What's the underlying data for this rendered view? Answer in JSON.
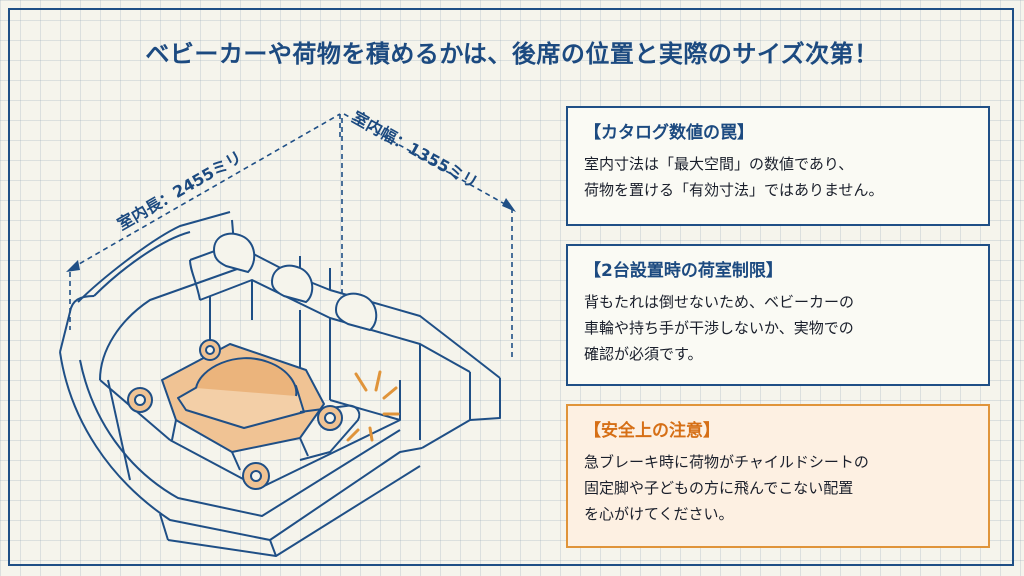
{
  "title": "ベビーカーや荷物を積めるかは、後席の位置と実際のサイズ次第！",
  "dimensions": {
    "length_label": "室内長：2455ミリ",
    "width_label": "室内幅：1355ミリ"
  },
  "cards": [
    {
      "heading": "【カタログ数値の罠】",
      "lines": [
        "室内寸法は「最大空間」の数値であり、",
        "荷物を置ける「有効寸法」ではありません。"
      ]
    },
    {
      "heading": "【2台設置時の荷室制限】",
      "lines": [
        "背もたれは倒せないため、ベビーカーの",
        "車輪や持ち手が干渉しないか、実物での",
        "確認が必須です。"
      ]
    },
    {
      "heading": "【安全上の注意】",
      "lines": [
        "急ブレーキ時に荷物がチャイルドシートの",
        "固定脚や子どもの方に飛んでこない配置",
        "を心がけてください。"
      ]
    }
  ],
  "colors": {
    "primary": "#1f4f86",
    "accent": "#e0943a",
    "stroller_fill": "#f0c394",
    "background": "#f5f4ec"
  }
}
